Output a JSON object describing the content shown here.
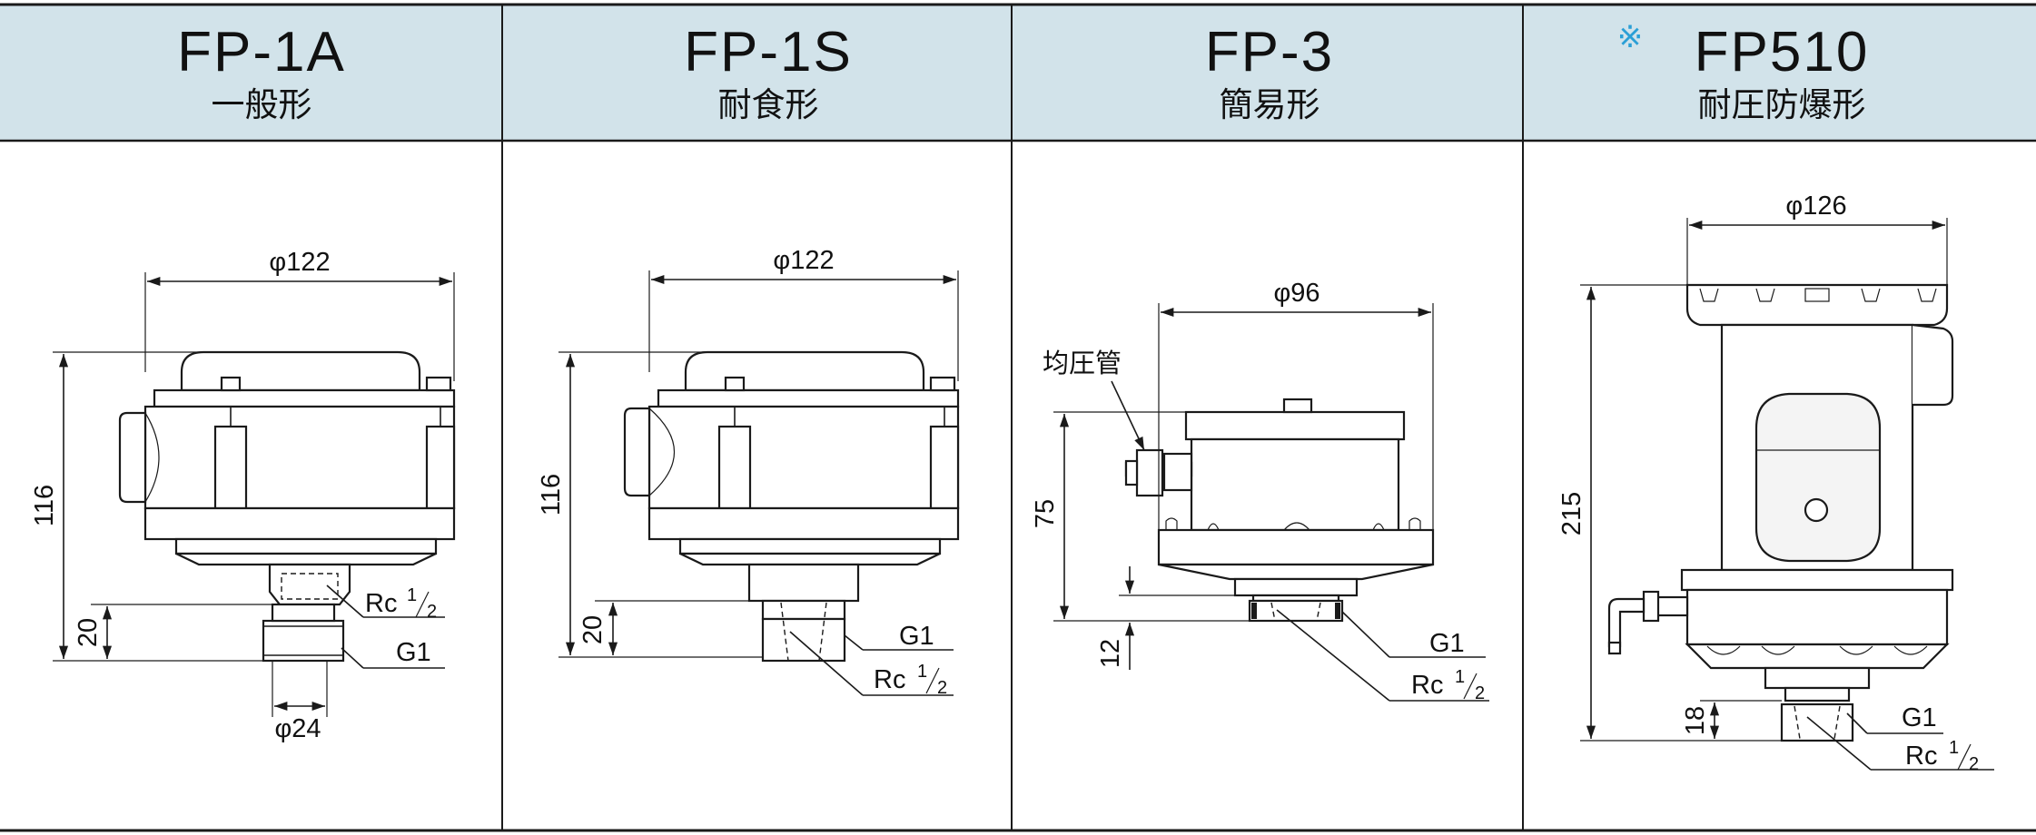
{
  "columns": [
    {
      "model": "FP-1A",
      "subtitle": "一般形",
      "mark": ""
    },
    {
      "model": "FP-1S",
      "subtitle": "耐食形",
      "mark": ""
    },
    {
      "model": "FP-3",
      "subtitle": "簡易形",
      "mark": ""
    },
    {
      "model": "FP510",
      "subtitle": "耐圧防爆形",
      "mark": "※"
    }
  ],
  "fp1a": {
    "width": "φ122",
    "height": "116",
    "thread_len": "20",
    "rc": "Rc",
    "rc_frac_num": "1",
    "rc_frac_den": "2",
    "g1": "G1",
    "neck": "φ24"
  },
  "fp1s": {
    "width": "φ122",
    "height": "116",
    "thread_len": "20",
    "g1": "G1",
    "rc": "Rc",
    "rc_frac_num": "1",
    "rc_frac_den": "2"
  },
  "fp3": {
    "width": "φ96",
    "height": "75",
    "thread_len": "12",
    "tube_label": "均圧管",
    "g1": "G1",
    "rc": "Rc",
    "rc_frac_num": "1",
    "rc_frac_den": "2"
  },
  "fp510": {
    "width": "φ126",
    "height": "215",
    "thread_len": "18",
    "g1": "G1",
    "rc": "Rc",
    "rc_frac_num": "1",
    "rc_frac_den": "2"
  },
  "colors": {
    "header_bg": "#d2e3ea",
    "mark": "#2a9fd6",
    "line": "#1a1a1a"
  }
}
